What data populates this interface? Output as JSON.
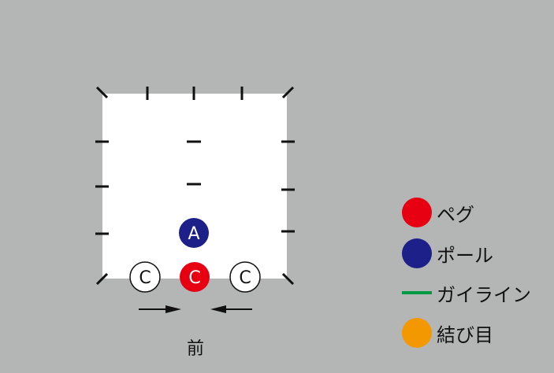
{
  "diagram": {
    "markers": [
      {
        "id": "pole",
        "label": "A",
        "color": "#1d2088"
      },
      {
        "id": "peg-center",
        "label": "C",
        "color": "#e60012"
      },
      {
        "id": "clip-left",
        "label": "C",
        "color": "#ffffff"
      },
      {
        "id": "clip-right",
        "label": "C",
        "color": "#ffffff"
      }
    ],
    "front_label": "前"
  },
  "legend": [
    {
      "label": "ペグ",
      "color": "#e60012",
      "shape": "circle"
    },
    {
      "label": "ポール",
      "color": "#1d2088",
      "shape": "circle"
    },
    {
      "label": "ガイライン",
      "color": "#009944",
      "shape": "line"
    },
    {
      "label": "結び目",
      "color": "#f39800",
      "shape": "circle"
    }
  ]
}
